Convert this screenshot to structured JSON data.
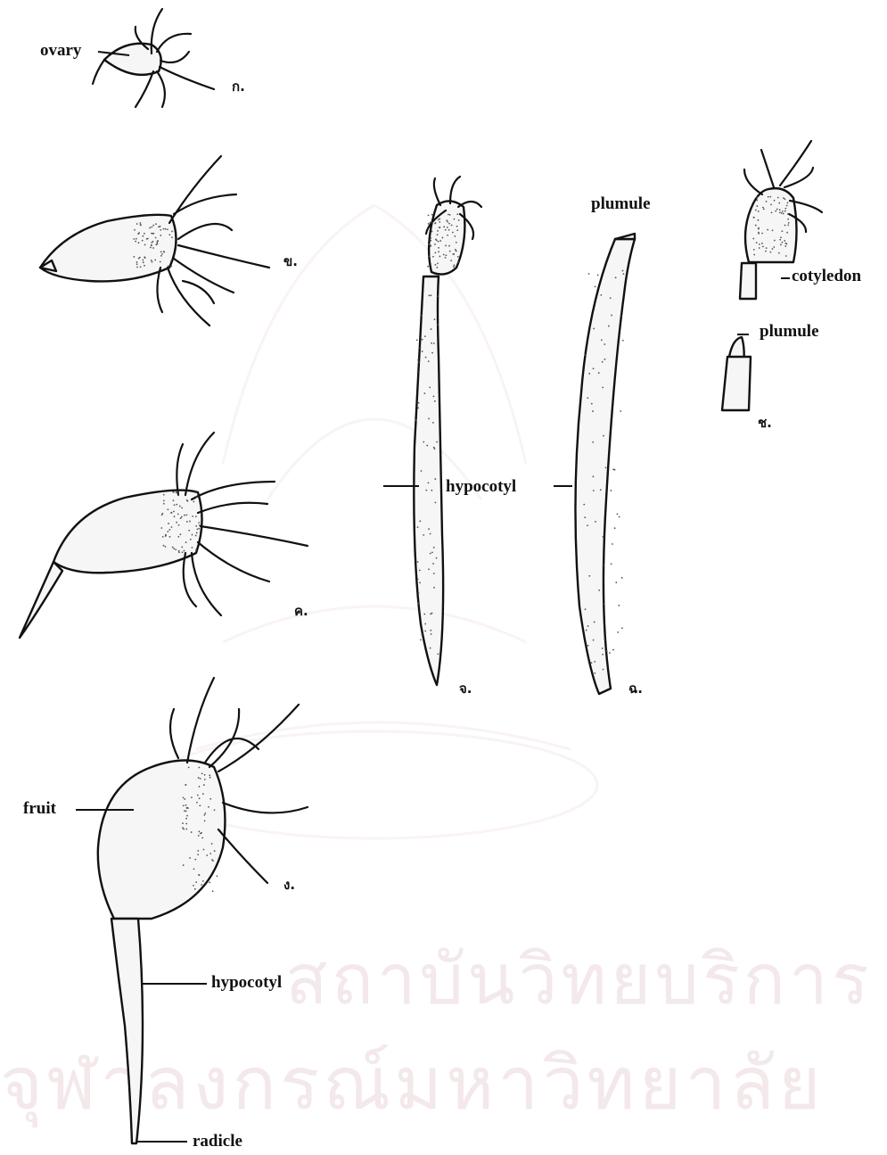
{
  "labels": {
    "ovary": "ovary",
    "plumule_1": "plumule",
    "cotyledon": "cotyledon",
    "plumule_2": "plumule",
    "hypocotyl_1": "hypocotyl",
    "fruit": "fruit",
    "hypocotyl_2": "hypocotyl",
    "radicle": "radicle"
  },
  "stages": {
    "a": "ก.",
    "b": "ข.",
    "c": "ค.",
    "d": "ง.",
    "e": "จ.",
    "f": "ฉ.",
    "g": "ช."
  },
  "watermark": {
    "line1": "สถาบันวิทยบริการ",
    "line2": "จุฬาลงกรณ์มหาวิทยาลัย"
  },
  "colors": {
    "ink": "#111111",
    "watermark": "#f3e8ea"
  }
}
